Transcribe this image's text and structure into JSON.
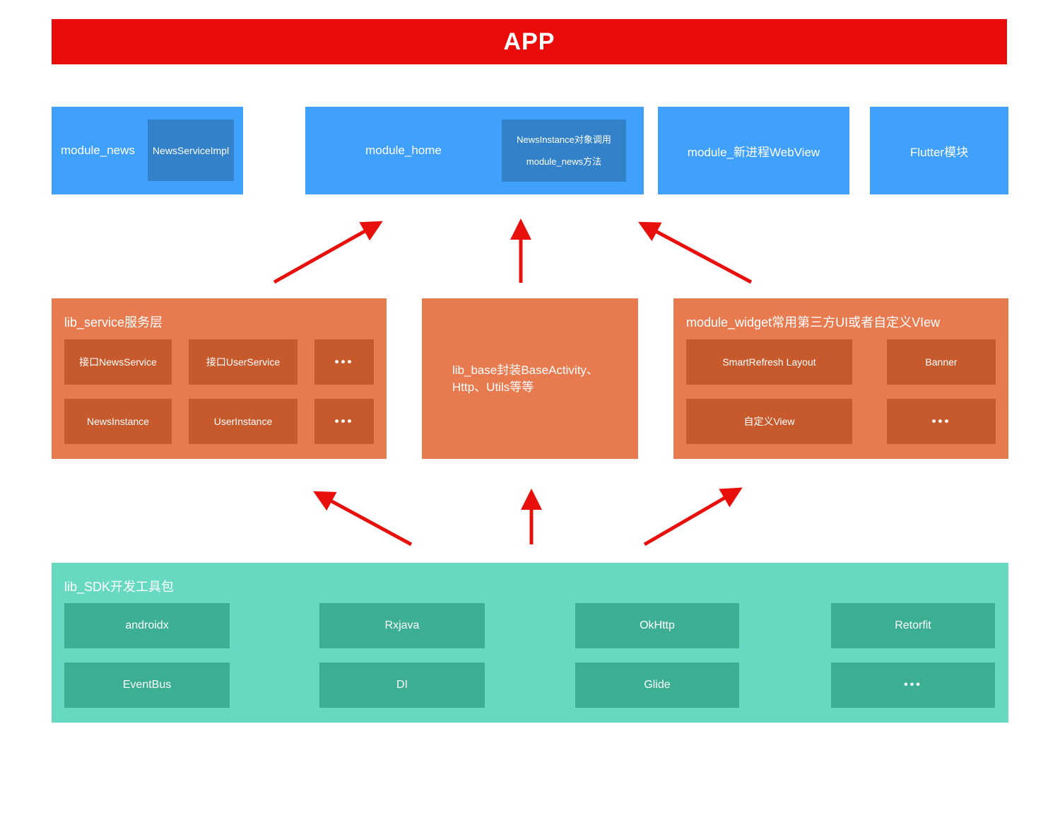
{
  "app": {
    "title": "APP"
  },
  "modules": {
    "news": {
      "label": "module_news",
      "impl": "NewsServiceImpl"
    },
    "home": {
      "label": "module_home",
      "note_line1": "NewsInstance对象调用",
      "note_line2": "module_news方法"
    },
    "webview": {
      "label": "module_新进程WebView"
    },
    "flutter": {
      "label": "Flutter模块"
    }
  },
  "service": {
    "title": "lib_service服务层",
    "items": [
      {
        "label": "接口NewsService"
      },
      {
        "label": "接口UserService"
      },
      {
        "label": "•••"
      },
      {
        "label": "NewsInstance"
      },
      {
        "label": "UserInstance"
      },
      {
        "label": "•••"
      }
    ]
  },
  "base": {
    "line1": "lib_base封装BaseActivity、",
    "line2": "Http、Utils等等"
  },
  "widget": {
    "title": "module_widget常用第三方UI或者自定义VIew",
    "items": [
      {
        "label": "SmartRefresh Layout"
      },
      {
        "label": "Banner"
      },
      {
        "label": "自定义View"
      },
      {
        "label": "•••"
      }
    ]
  },
  "sdk": {
    "title": "lib_SDK开发工具包",
    "items": [
      {
        "label": "androidx"
      },
      {
        "label": "Rxjava"
      },
      {
        "label": "OkHttp"
      },
      {
        "label": "Retorfit"
      },
      {
        "label": "EventBus"
      },
      {
        "label": "DI"
      },
      {
        "label": "Glide"
      },
      {
        "label": "•••"
      }
    ]
  },
  "colors": {
    "banner_red": "#ea0b0b",
    "arrow_red": "#e8100c",
    "module_blue": "#3fa1fb",
    "module_blue_dark": "#3381c8",
    "layer_orange": "#e87a4f",
    "layer_orange_dark": "#c65a2d",
    "sdk_teal": "#68d9c1",
    "sdk_teal_dark": "#3bae94"
  }
}
